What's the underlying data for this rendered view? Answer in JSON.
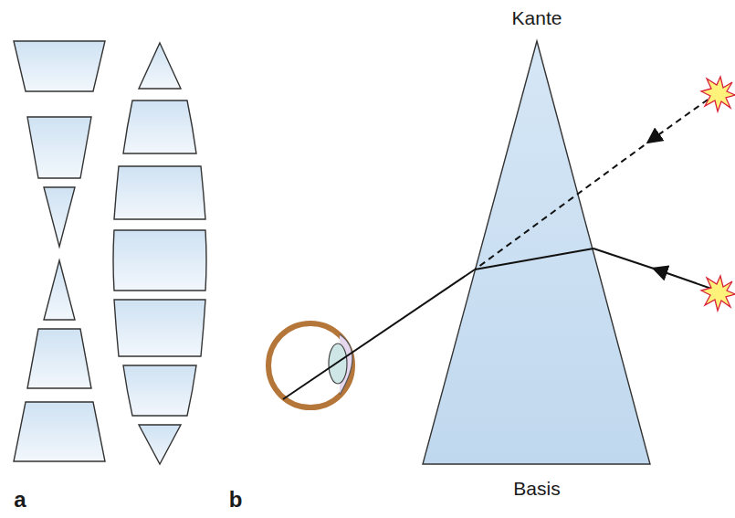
{
  "diagram": {
    "labels": [
      "a",
      "b",
      "Kante",
      "Basis"
    ]
  }
}
